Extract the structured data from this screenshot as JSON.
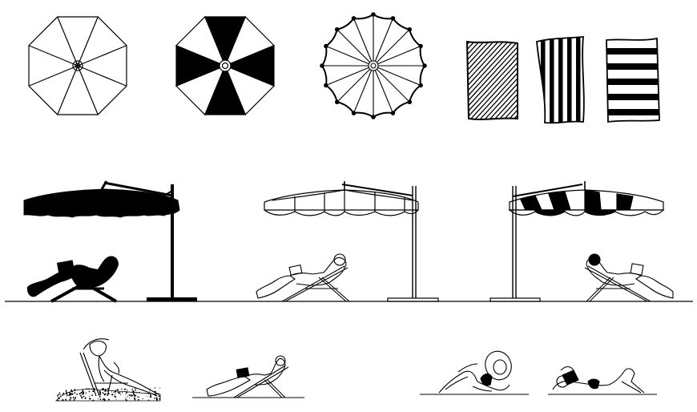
{
  "sheet": {
    "background": "#ffffff",
    "ink": "#000000"
  },
  "umbrella_plans": [
    {
      "name": "umbrella-plan-8-panel-outline",
      "panels": 8,
      "style": "outline"
    },
    {
      "name": "umbrella-plan-8-panel-alternating",
      "panels": 8,
      "style": "alternating-fill"
    },
    {
      "name": "umbrella-plan-16-panel-scalloped",
      "panels": 16,
      "style": "scalloped"
    }
  ],
  "towels": [
    {
      "name": "towel-diagonal-stripes",
      "pattern": "diagonal"
    },
    {
      "name": "towel-vertical-stripes",
      "pattern": "vertical"
    },
    {
      "name": "towel-horizontal-stripes",
      "pattern": "horizontal"
    }
  ],
  "cantilever_umbrellas": [
    {
      "name": "cantilever-umbrella-solid",
      "canopy": "solid"
    },
    {
      "name": "cantilever-umbrella-outline",
      "canopy": "outline"
    },
    {
      "name": "cantilever-umbrella-striped",
      "canopy": "striped"
    }
  ],
  "figures": [
    {
      "name": "person-in-deckchair-silhouette",
      "pose": "reclining-laptop",
      "style": "silhouette"
    },
    {
      "name": "person-in-deckchair-laptop-left",
      "pose": "reclining-laptop",
      "style": "outline"
    },
    {
      "name": "person-in-deckchair-laptop-right",
      "pose": "reclining-laptop",
      "style": "outline"
    },
    {
      "name": "person-in-beach-chair-on-sand",
      "pose": "sitting-hat",
      "style": "outline"
    },
    {
      "name": "person-in-low-chair-laptop",
      "pose": "reclining-laptop",
      "style": "outline"
    },
    {
      "name": "person-lying-sunhat",
      "pose": "lying",
      "style": "outline"
    },
    {
      "name": "person-lying-reading",
      "pose": "lying-book",
      "style": "outline"
    }
  ]
}
